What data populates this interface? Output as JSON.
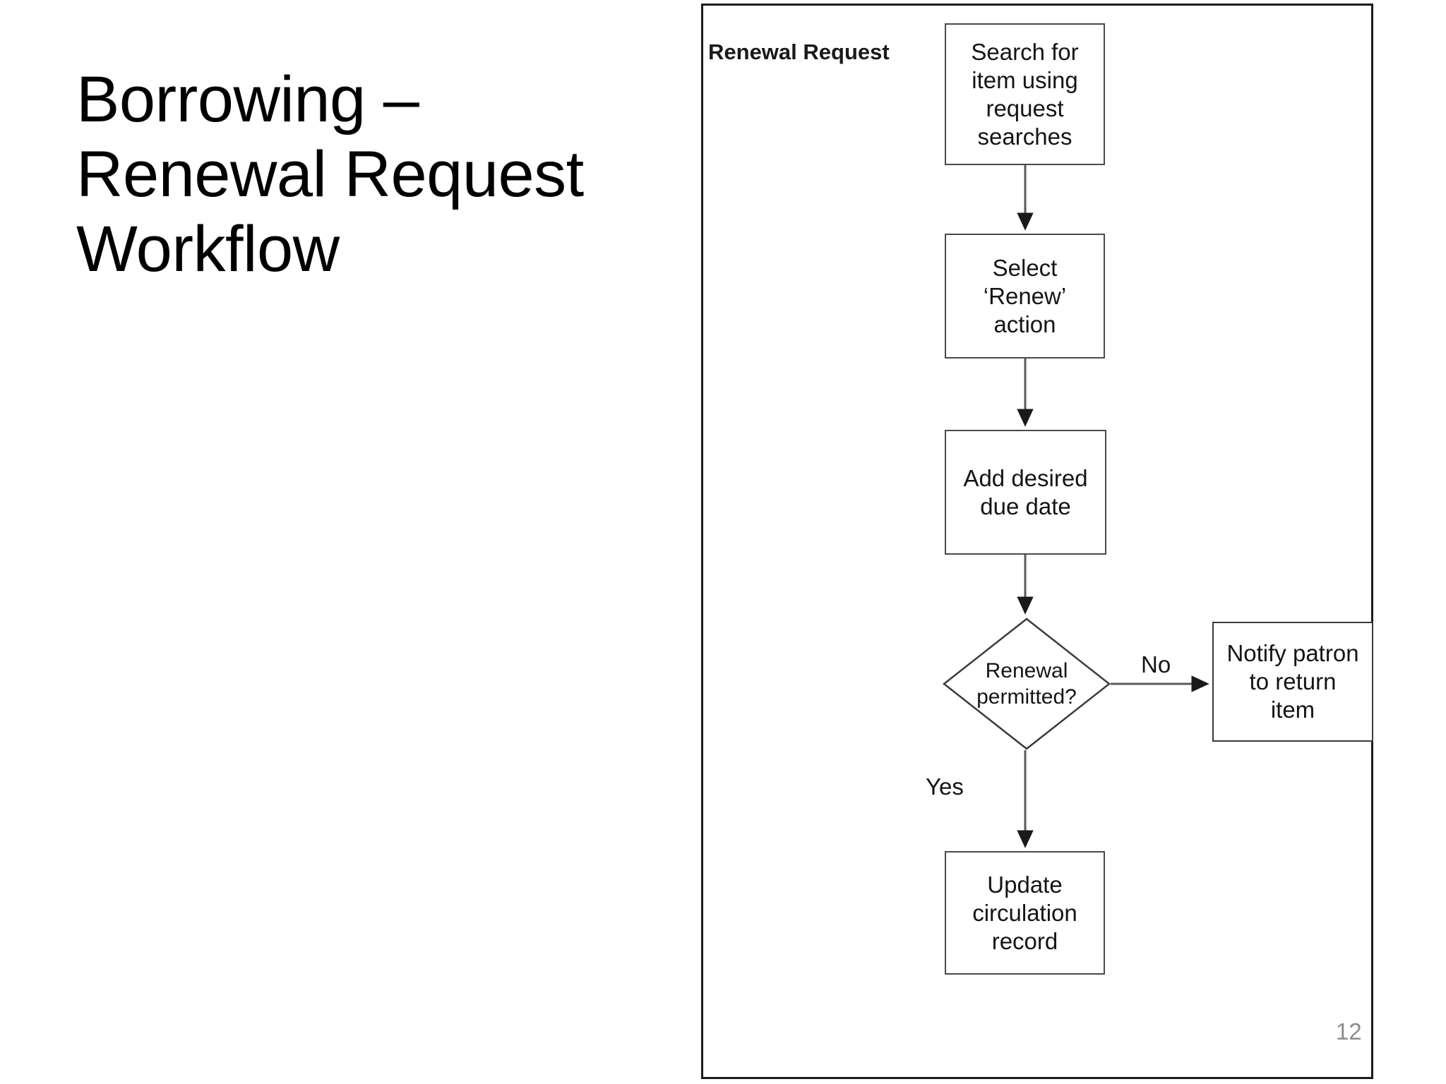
{
  "slide": {
    "title": "Borrowing – Renewal Request Workflow",
    "page_number": "12"
  },
  "diagram": {
    "lane_label": "Renewal Request",
    "nodes": {
      "search": "Search for\nitem using\nrequest\nsearches",
      "select": "Select\n‘Renew’\naction",
      "due_date": "Add desired\ndue date",
      "decision": "Renewal\npermitted?",
      "notify": "Notify patron\nto return\nitem",
      "update": "Update\ncirculation\nrecord"
    },
    "edge_labels": {
      "no": "No",
      "yes": "Yes"
    },
    "colors": {
      "frame_border": "#1c1c1c",
      "node_border": "#4a4a4a",
      "connector": "#5a5a5a",
      "text": "#151515",
      "page_number": "#8c8c8c"
    }
  }
}
